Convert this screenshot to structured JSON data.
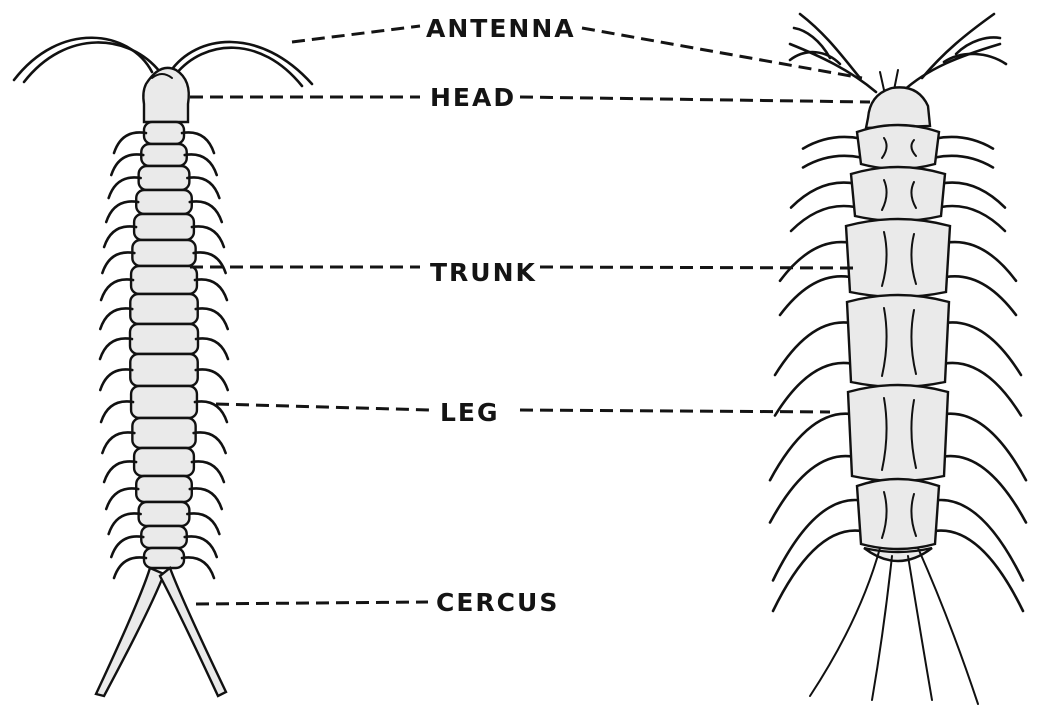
{
  "labels": {
    "antenna": "ANTENNA",
    "head": "HEAD",
    "trunk": "TRUNK",
    "leg": "LEG",
    "cercus": "CERCUS"
  },
  "colors": {
    "ink": "#141414",
    "background": "#ffffff",
    "body_fill": "#eaeaea"
  }
}
